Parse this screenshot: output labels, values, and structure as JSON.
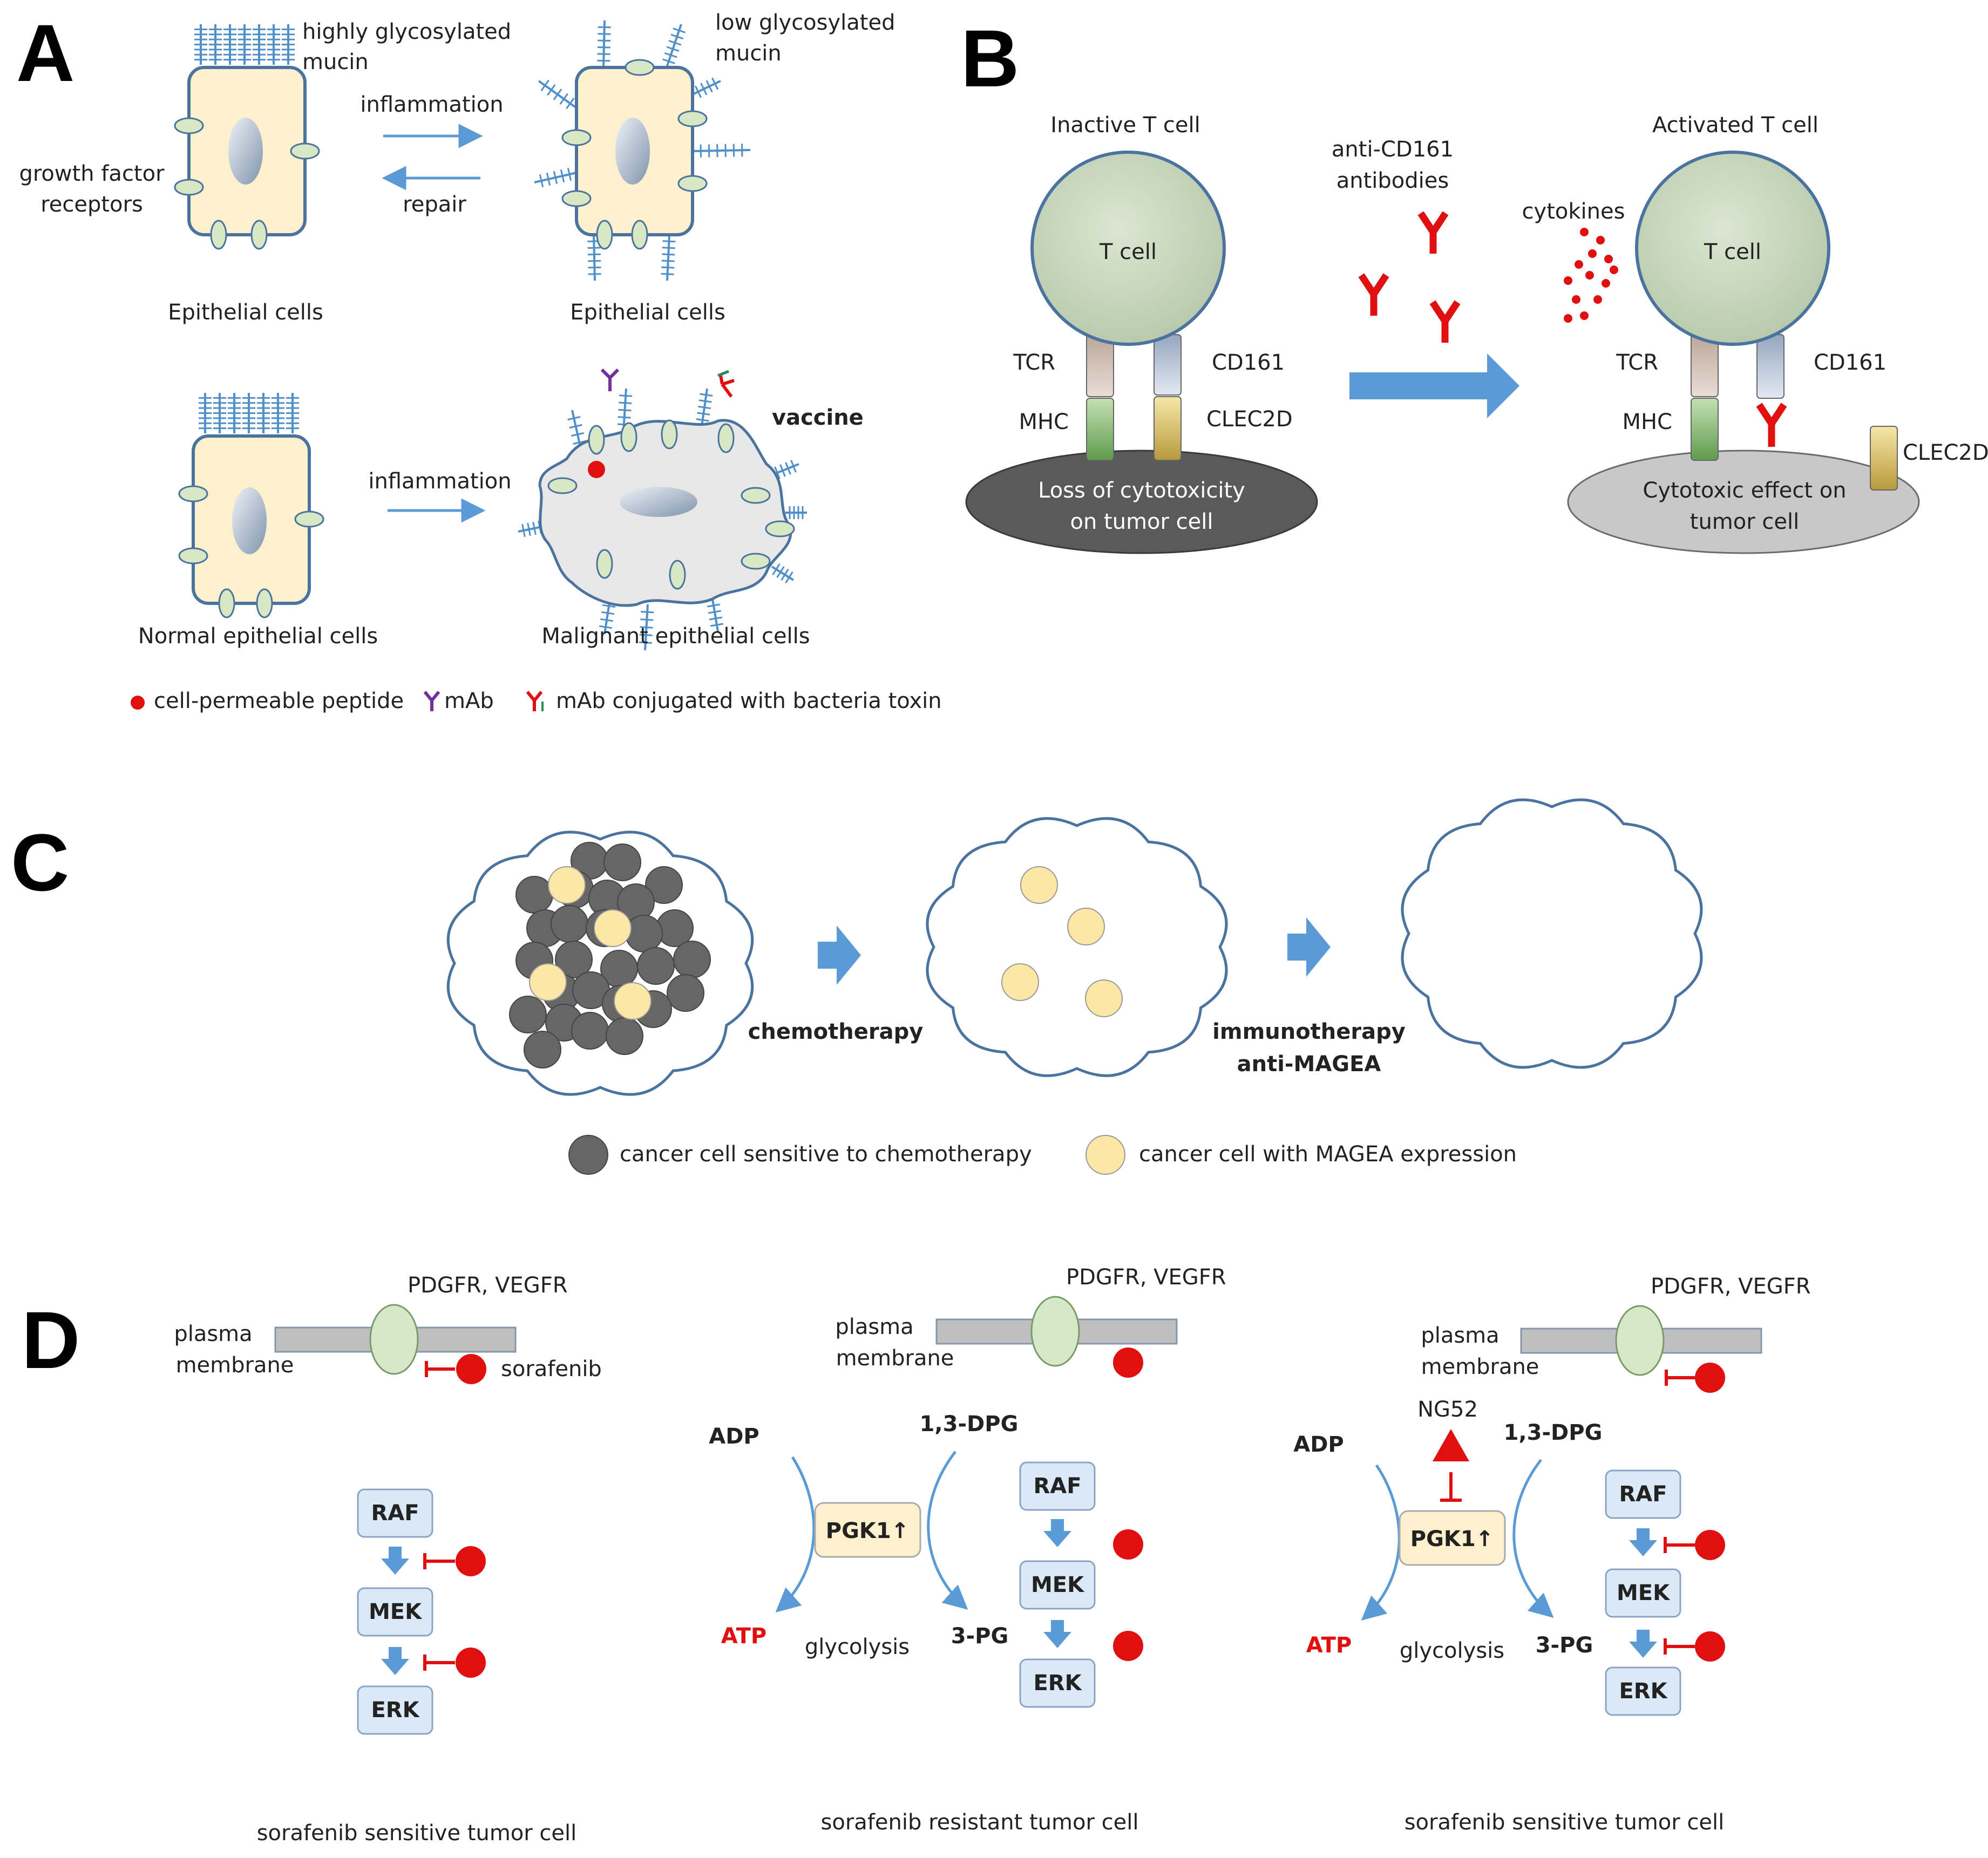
{
  "panels": {
    "a": "A",
    "b": "B",
    "c": "C",
    "d": "D"
  },
  "colors": {
    "cell_fill": "#fdf0cc",
    "cell_stroke": "#4a73a0",
    "receptor": "#d8e8c4",
    "arrow_blue": "#5b9bd5",
    "red": "#e01010",
    "mucin": "#4f8fca",
    "tcell": "#c9d9be",
    "tumor_dark": "#5a5a5a",
    "tumor_light": "#c8c8c8",
    "gray_cell": "#666666",
    "yellow_cell": "#fde7a6",
    "box_blue": "#dbe9f6",
    "pgk1": "#fdf0cc"
  },
  "panel_a": {
    "top_left_caption": "Epithelial cells",
    "top_right_caption": "Epithelial cells",
    "highly_glyco_1": "highly glycosylated",
    "highly_glyco_2": "mucin",
    "low_glyco_1": "low glycosylated",
    "low_glyco_2": "mucin",
    "growth_1": "growth factor",
    "growth_2": "receptors",
    "inflammation_top": "inflammation",
    "repair": "repair",
    "inflammation_bottom": "inflammation",
    "vaccine": "vaccine",
    "normal_caption": "Normal epithelial cells",
    "malignant_caption": "Malignant epithelial cells",
    "legend_peptide": "cell-permeable peptide",
    "legend_mab": "mAb",
    "legend_conj": "mAb conjugated with bacteria toxin"
  },
  "panel_b": {
    "inactive_title": "Inactive T cell",
    "active_title": "Activated T cell",
    "tcell": "T cell",
    "tcr": "TCR",
    "mhc": "MHC",
    "cd161": "CD161",
    "clec2d": "CLEC2D",
    "anti_1": "anti-CD161",
    "anti_2": "antibodies",
    "cytokines": "cytokines",
    "loss_1": "Loss of cytotoxicity",
    "loss_2": "on tumor cell",
    "effect_1": "Cytotoxic effect on",
    "effect_2": "tumor cell"
  },
  "panel_c": {
    "chemotherapy": "chemotherapy",
    "immuno_1": "immunotherapy",
    "immuno_2": "anti-MAGEA",
    "legend_gray": "cancer cell sensitive to chemotherapy",
    "legend_yellow": "cancer cell with MAGEA expression"
  },
  "panel_d": {
    "receptor": "PDGFR, VEGFR",
    "plasma_1": "plasma",
    "plasma_2": "membrane",
    "sorafenib": "sorafenib",
    "raf": "RAF",
    "mek": "MEK",
    "erk": "ERK",
    "adp": "ADP",
    "dpg": "1,3-DPG",
    "atp": "ATP",
    "pg3": "3-PG",
    "glycolysis": "glycolysis",
    "pgk1": "PGK1↑",
    "ng52": "NG52",
    "caption_left": "sorafenib sensitive tumor cell",
    "caption_mid": "sorafenib resistant tumor cell",
    "caption_right": "sorafenib sensitive tumor cell"
  }
}
